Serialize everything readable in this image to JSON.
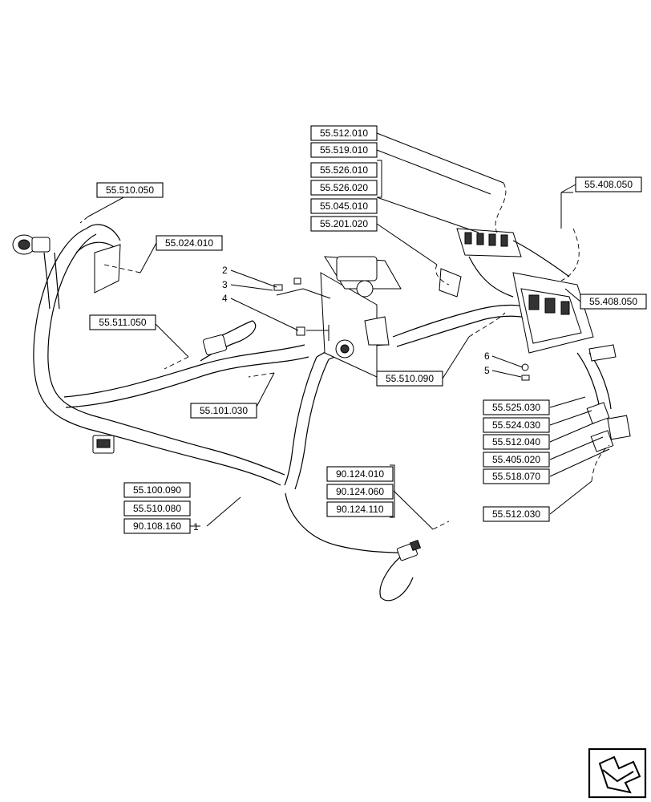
{
  "references": {
    "r_55_510_050": "55.510.050",
    "r_55_024_010": "55.024.010",
    "r_55_511_050": "55.511.050",
    "r_55_101_030": "55.101.030",
    "r_55_100_090": "55.100.090",
    "r_55_510_080": "55.510.080",
    "r_90_108_160": "90.108.160",
    "r_55_512_010": "55.512.010",
    "r_55_519_010": "55.519.010",
    "r_55_526_010": "55.526.010",
    "r_55_526_020": "55.526.020",
    "r_55_045_010": "55.045.010",
    "r_55_201_020": "55.201.020",
    "r_55_408_050_a": "55.408.050",
    "r_55_408_050_b": "55.408.050",
    "r_55_510_090": "55.510.090",
    "r_55_525_030": "55.525.030",
    "r_55_524_030": "55.524.030",
    "r_55_512_040": "55.512.040",
    "r_55_405_020": "55.405.020",
    "r_55_518_070": "55.518.070",
    "r_55_512_030": "55.512.030",
    "r_90_124_010": "90.124.010",
    "r_90_124_060": "90.124.060",
    "r_90_124_110": "90.124.110"
  },
  "items": {
    "n1": "1",
    "n2": "2",
    "n3": "3",
    "n4": "4",
    "n5": "5",
    "n6": "6"
  },
  "icons": {
    "nav": "next-page-arrow-icon"
  }
}
